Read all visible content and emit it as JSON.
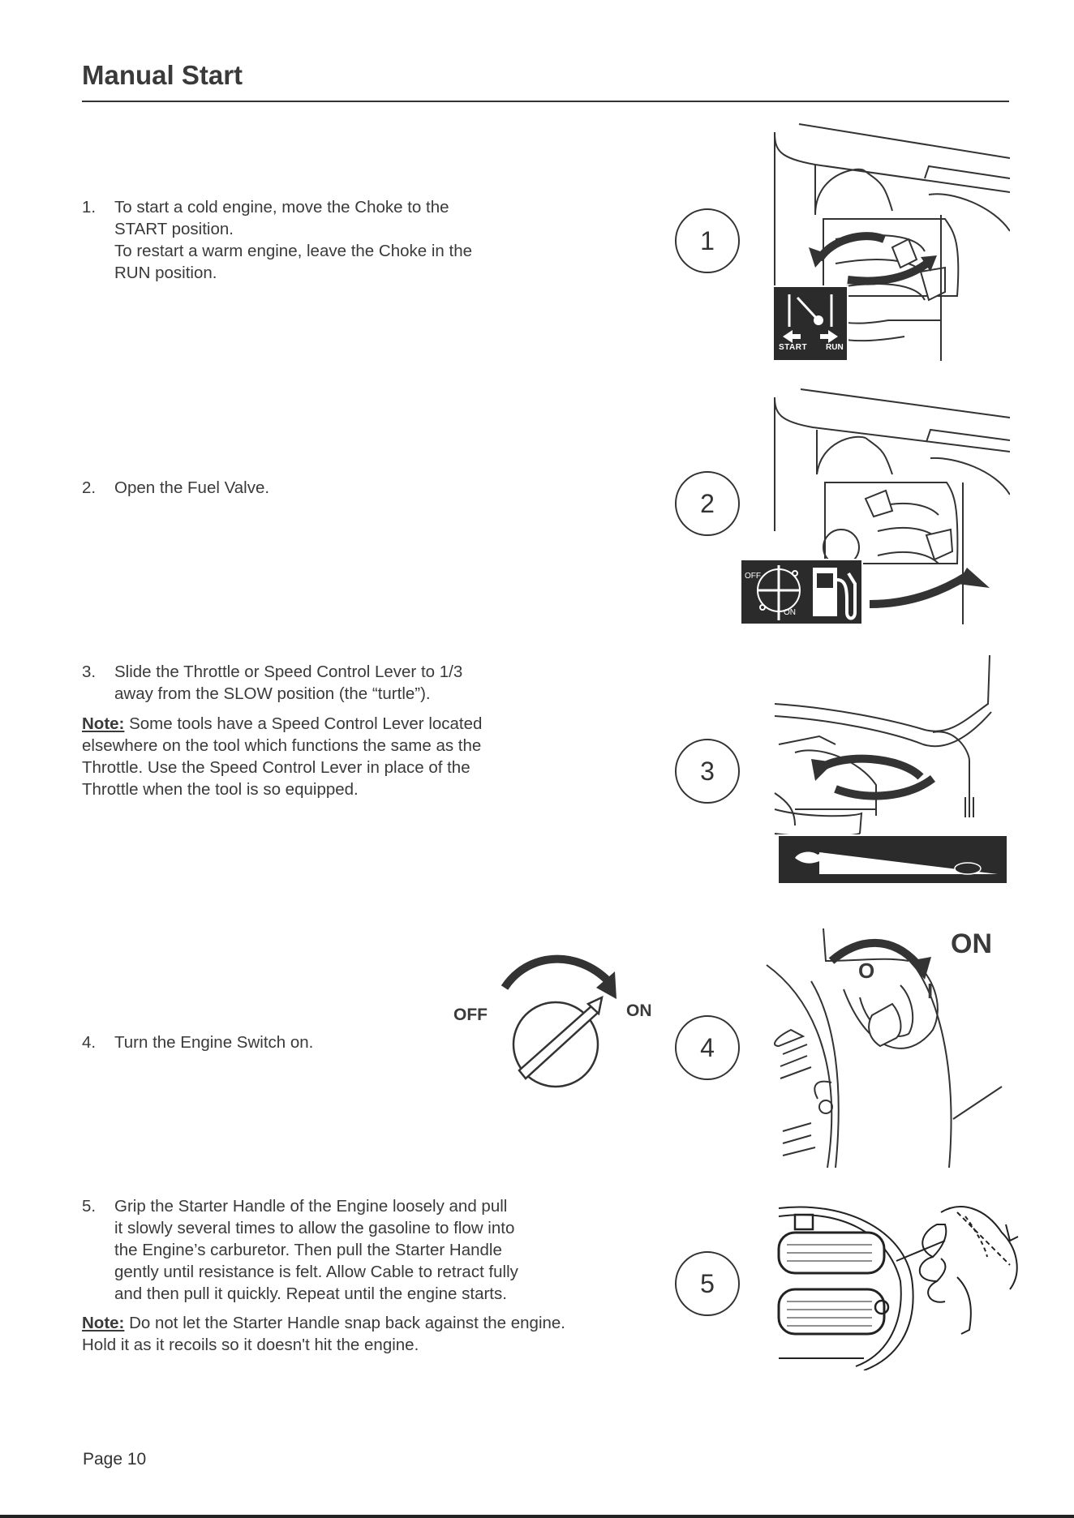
{
  "page": {
    "title": "Manual Start",
    "footer": "Page 10"
  },
  "steps": [
    {
      "number": "1.",
      "lines": [
        "To start a cold engine, move the Choke to the",
        "START position.",
        "To restart a warm engine, leave the Choke in the",
        "RUN position."
      ]
    },
    {
      "number": "2.",
      "lines": [
        "Open the Fuel Valve."
      ]
    },
    {
      "number": "3.",
      "lines": [
        "Slide the Throttle or Speed Control Lever to 1/3",
        "away from the SLOW position (the “turtle”)."
      ]
    },
    {
      "number": "4.",
      "lines": [
        "Turn the Engine Switch on."
      ]
    },
    {
      "number": "5.",
      "lines": [
        "Grip the Starter Handle of the Engine loosely and pull",
        "it slowly several times to allow the gasoline to flow into",
        "the Engine’s carburetor. Then pull the Starter Handle",
        "gently until resistance is felt. Allow Cable to retract fully",
        "and then pull it quickly. Repeat until the engine starts."
      ]
    }
  ],
  "notes": [
    {
      "label": "Note:",
      "lines": [
        "Some tools have a Speed Control Lever located",
        "elsewhere on the tool which functions the same as the",
        "Throttle. Use the Speed Control Lever in place of the",
        "Throttle when the tool is so equipped."
      ]
    },
    {
      "label": "Note:",
      "lines": [
        "Do not let the Starter Handle snap back against the engine.",
        "Hold it as it recoils so it doesn't hit the engine."
      ]
    }
  ],
  "callouts": [
    "1",
    "2",
    "3",
    "4",
    "5"
  ],
  "figures": {
    "choke": {
      "start": "START",
      "run": "RUN"
    },
    "fuel": {
      "off": "OFF",
      "on": "ON"
    },
    "switch_small": {
      "off": "OFF",
      "on": "ON"
    },
    "switch_large": {
      "on": "ON",
      "o": "O",
      "i": "I"
    }
  },
  "colors": {
    "text": "#3a3a3a",
    "label_bg": "#2b2b2b"
  }
}
